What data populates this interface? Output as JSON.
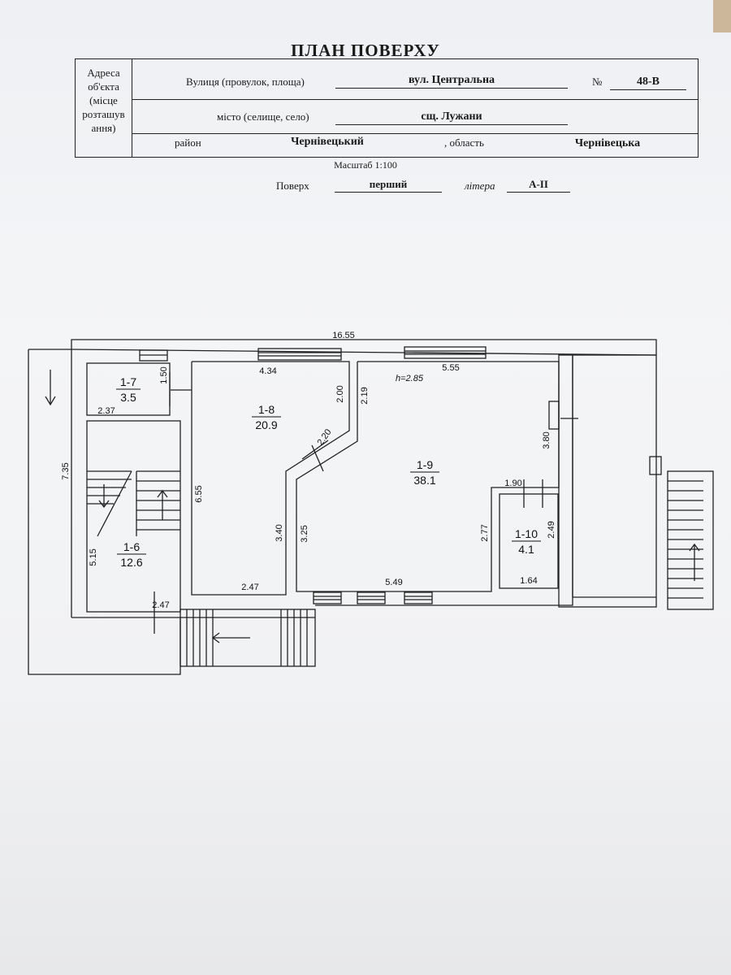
{
  "title": "ПЛАН ПОВЕРХУ",
  "address": {
    "label_lines": [
      "Адреса",
      "об'єкта",
      "(місце",
      "розташув",
      "ання)"
    ],
    "street_label": "Вулиця (провулок, площа)",
    "street_value": "вул. Центральна",
    "number_label": "№",
    "number_value": "48-В",
    "city_label": "місто (селище, село)",
    "city_value": "сщ. Лужани",
    "district_label": "район",
    "district_value": "Чернівецький",
    "region_label": ", область",
    "region_value": "Чернівецька"
  },
  "scale": "Масштаб 1:100",
  "floor_label": "Поверх",
  "floor_value": "перший",
  "litera_label": "літера",
  "litera_value": "А-ІІ",
  "plan": {
    "rooms": [
      {
        "id": "1-7",
        "area": "3.5"
      },
      {
        "id": "1-8",
        "area": "20.9"
      },
      {
        "id": "1-9",
        "area": "38.1"
      },
      {
        "id": "1-6",
        "area": "12.6"
      },
      {
        "id": "1-10",
        "area": "4.1"
      }
    ],
    "dims": {
      "total_width": "16.55",
      "total_depth": "7.35",
      "r17_h": "1.50",
      "r17_w": "2.37",
      "r18_top": "4.34",
      "r18_left": "6.55",
      "r18_bottom": "2.47",
      "r18_right": "3.40",
      "diag_a": "2.00",
      "diag_b": "2.20",
      "diag_c": "2.19",
      "r19_top": "5.55",
      "height": "h=2.85",
      "r19_right": "3.80",
      "r19_left": "3.25",
      "r19_bottom": "5.49",
      "r110_top": "1.90",
      "r110_left": "2.77",
      "r110_right": "2.49",
      "r110_bottom": "1.64",
      "r16_h": "5.15",
      "r16_w": "2.47"
    }
  }
}
